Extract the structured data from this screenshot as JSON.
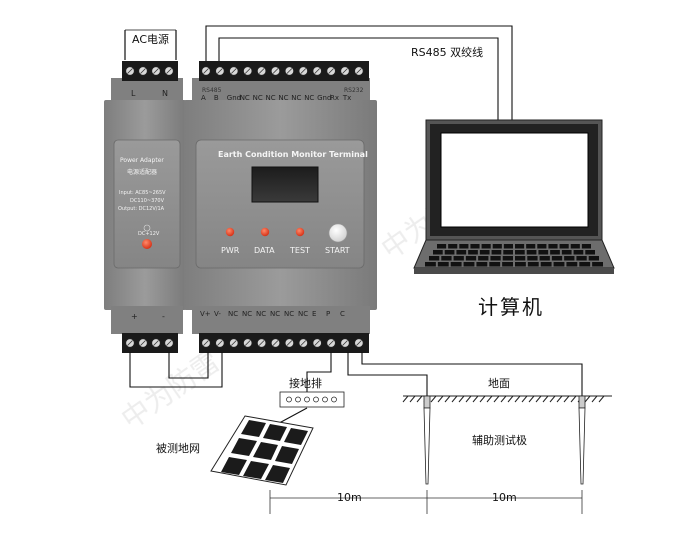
{
  "labels": {
    "ac_power": "AC电源",
    "rs485_cable": "RS485 双绞线",
    "computer": "计算机",
    "ground_bar": "接地排",
    "ground_surface": "地面",
    "ground_grid": "被测地网",
    "aux_electrode": "辅助测试极",
    "distance_1": "10m",
    "distance_2": "10m",
    "watermark_1": "中为防雷",
    "watermark_2": "中为防雷"
  },
  "power_adapter": {
    "title_en": "Power Adapter",
    "title_cn": "电源适配器",
    "spec_input": "Input: AC85~265V",
    "spec_dc": "DC110~370V",
    "spec_output": "Output: DC12V/1A",
    "led_label": "DC+12V",
    "terminal_top": [
      "L",
      "N"
    ],
    "terminal_bottom": [
      "+",
      "-"
    ]
  },
  "monitor": {
    "title": "Earth Condition Monitor Terminal",
    "rs485_tag": "RS485",
    "rs232_tag": "RS232",
    "top_terminals": [
      "A",
      "B",
      "Gnd",
      "NC",
      "NC",
      "NC",
      "NC",
      "NC",
      "NC",
      "Gnd",
      "Rx",
      "Tx"
    ],
    "bottom_terminals": [
      "V+",
      "V-",
      "NC",
      "NC",
      "NC",
      "NC",
      "NC",
      "NC",
      "E",
      "P",
      "C"
    ],
    "buttons": [
      "PWR",
      "DATA",
      "TEST",
      "START"
    ]
  }
}
